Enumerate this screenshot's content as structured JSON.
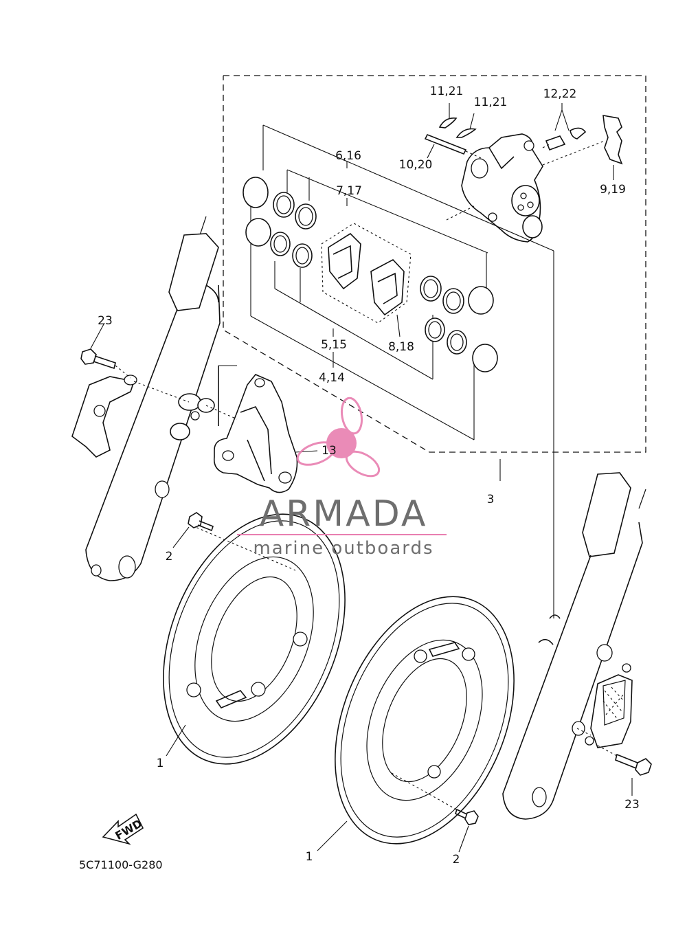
{
  "diagram_code": "5C71100-G280",
  "fwd_label": "FWD",
  "watermark": {
    "brand": "ARMADA",
    "tagline": "marine outboards",
    "accent_color": "#e87fb0",
    "text_color": "#6e6e6e"
  },
  "callouts": {
    "c1a": "1",
    "c1b": "1",
    "c2a": "2",
    "c2b": "2",
    "c3": "3",
    "c4_14": "4,14",
    "c5_15": "5,15",
    "c6_16": "6,16",
    "c7_17": "7,17",
    "c8_18": "8,18",
    "c9_19": "9,19",
    "c10_20": "10,20",
    "c11_21a": "11,21",
    "c11_21b": "11,21",
    "c12_22": "12,22",
    "c13": "13",
    "c23a": "23",
    "c23b": "23"
  }
}
